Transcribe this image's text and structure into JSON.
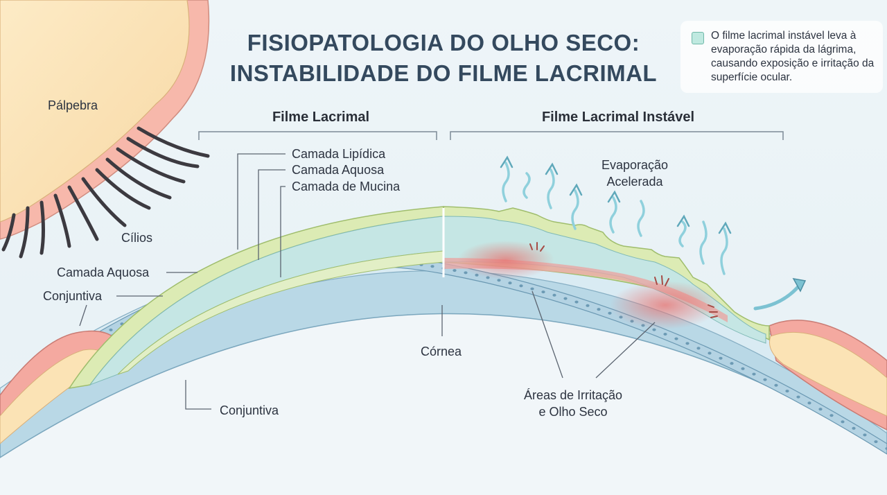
{
  "title": {
    "line1": "FISIOPATOLOGIA DO OLHO SECO:",
    "line2": "INSTABILIDADE DO FILME LACRIMAL"
  },
  "legend": {
    "text": "O filme lacrimal instável leva à evaporação rápida da lágrima, causando exposição e irritação da superfície ocular.",
    "color": "#bfe9e0"
  },
  "sections": {
    "left": "Filme Lacrimal",
    "right": "Filme Lacrimal Instável"
  },
  "labels": {
    "palpebra": "Pálpebra",
    "cilios": "Cílios",
    "camada_lipidica": "Camada Lipídica",
    "camada_aquosa_top": "Camada Aquosa",
    "camada_mucina": "Camada de Mucina",
    "camada_aquosa_left": "Camada Aquosa",
    "conjuntiva_left": "Conjuntiva",
    "conjuntiva_bottom": "Conjuntiva",
    "cornea": "Córnea",
    "evaporacao_1": "Evaporação",
    "evaporacao_2": "Acelerada",
    "irritacao_1": "Áreas de Irritação",
    "irritacao_2": "e Olho Seco"
  },
  "colors": {
    "lipid": "#dcebb4",
    "aqueous": "#c5e6e4",
    "mucin": "#9fc5d8",
    "cornea": "#d3e7f1",
    "eyelid": "#fbe3b5",
    "irritation": "#e87a78",
    "arrow": "#8fd0dc"
  }
}
